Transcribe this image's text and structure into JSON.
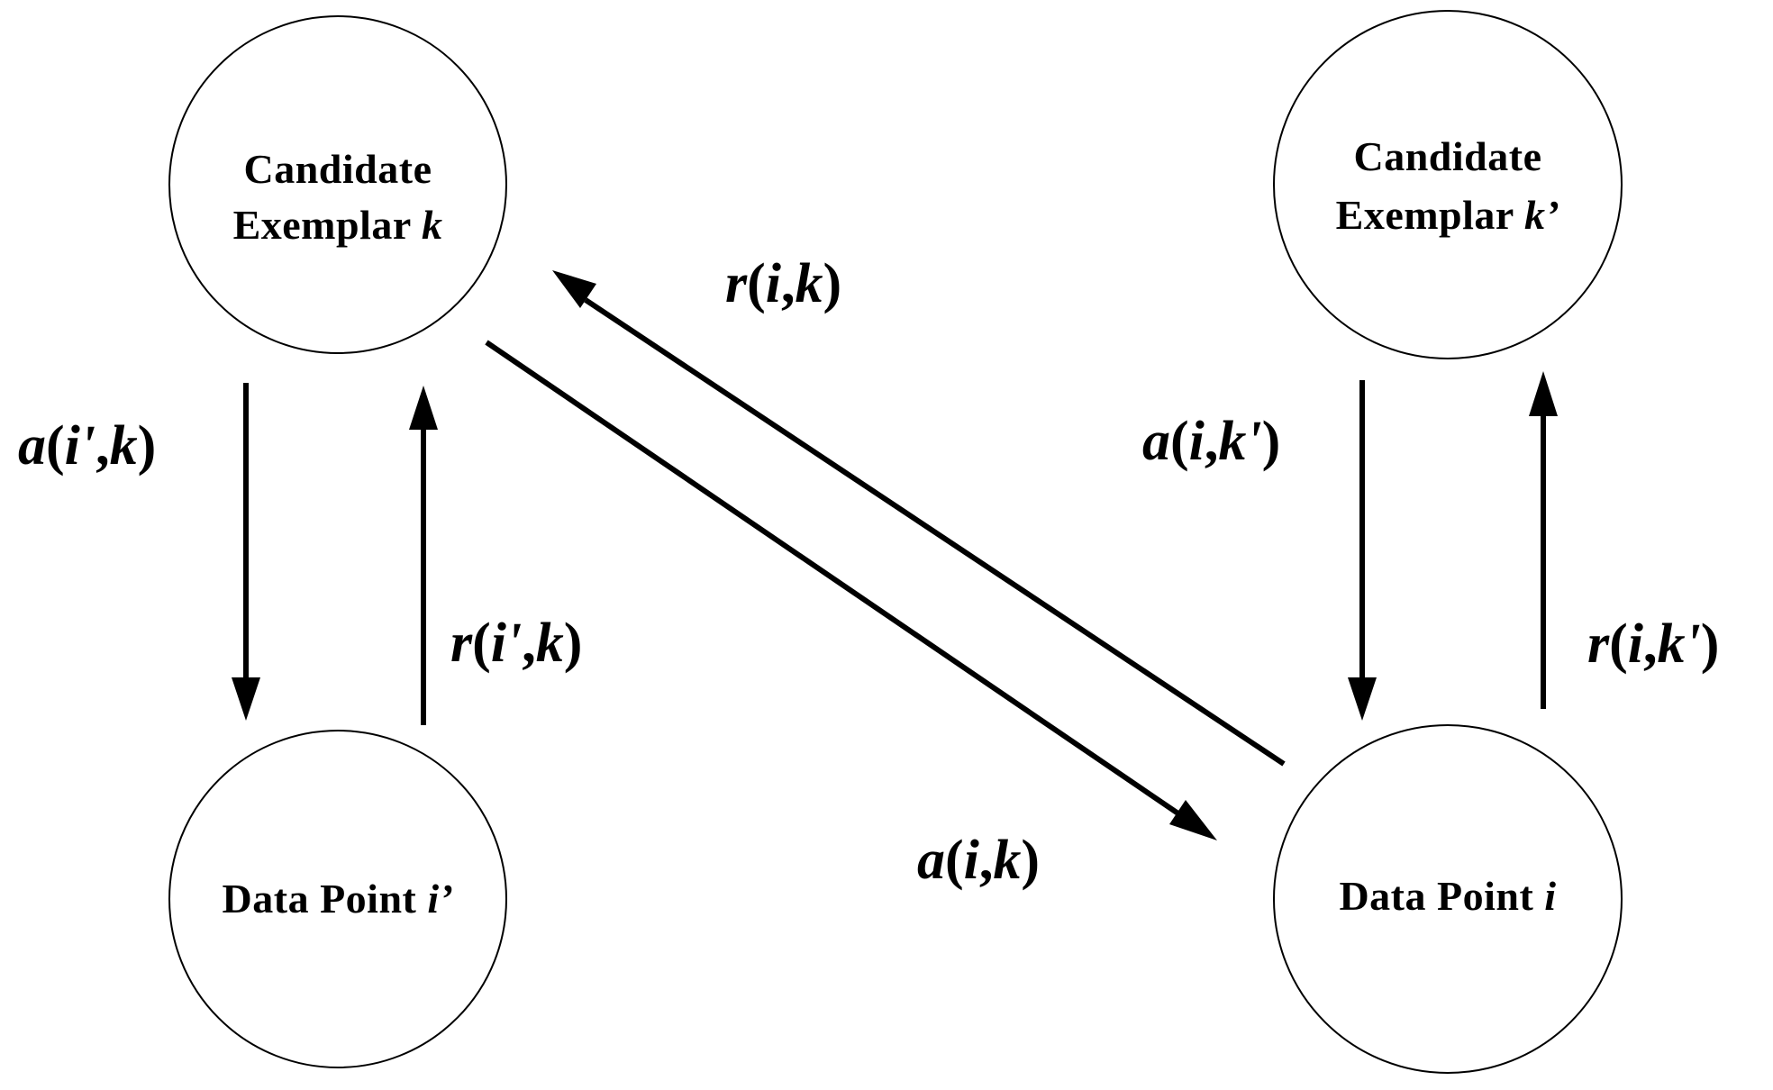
{
  "nodes": {
    "exemplar_k": {
      "line1": "Candidate",
      "line2_prefix": "Exemplar ",
      "line2_var": "k"
    },
    "exemplar_k_prime": {
      "line1": "Candidate",
      "line2_prefix": "Exemplar ",
      "line2_var": "k’"
    },
    "data_point_i_prime": {
      "prefix": "Data Point ",
      "var": "i’"
    },
    "data_point_i": {
      "prefix": "Data Point ",
      "var": "i"
    }
  },
  "edges": {
    "a_iprime_k": {
      "fn": "a",
      "open": "(",
      "v1": "i'",
      "sep": ",",
      "v2": "k",
      "close": ")"
    },
    "r_iprime_k": {
      "fn": "r",
      "open": "(",
      "v1": "i'",
      "sep": ",",
      "v2": "k",
      "close": ")"
    },
    "r_i_k": {
      "fn": "r",
      "open": "(",
      "v1": "i",
      "sep": ",",
      "v2": "k",
      "close": ")"
    },
    "a_i_k": {
      "fn": "a",
      "open": "(",
      "v1": "i",
      "sep": ",",
      "v2": "k",
      "close": ")"
    },
    "a_i_kprime": {
      "fn": "a",
      "open": "(",
      "v1": "i",
      "sep": ",",
      "v2": "k'",
      "close": ")"
    },
    "r_i_kprime": {
      "fn": "r",
      "open": "(",
      "v1": "i",
      "sep": ",",
      "v2": "k'",
      "close": ")"
    }
  }
}
